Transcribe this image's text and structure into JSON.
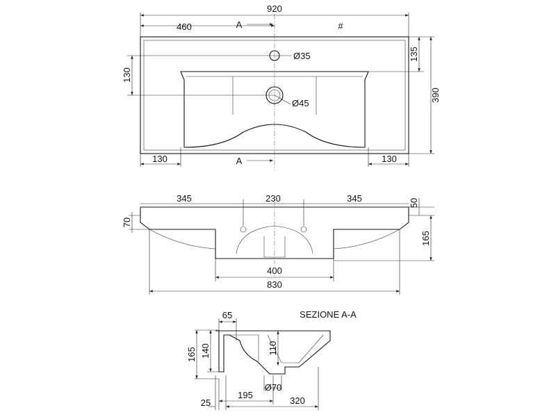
{
  "top_view": {
    "width_total": "920",
    "half_width": "460",
    "section_marker_top": "A",
    "section_marker_bottom": "A",
    "hash_mark": "#",
    "tap_hole": "Ø35",
    "drain_hole": "Ø45",
    "tap_offset": "135",
    "depth_total": "390",
    "drain_offset": "130",
    "left_margin": "130",
    "right_margin": "130"
  },
  "front_view": {
    "left_segment": "345",
    "middle_segment": "230",
    "right_segment": "345",
    "top_thickness": "50",
    "rim_height": "70",
    "total_height": "165",
    "cabinet_width": "400",
    "bowl_width": "830"
  },
  "section_view": {
    "title": "SEZIONE A-A",
    "rim_depth": "65",
    "total_height": "165",
    "inner_height": "140",
    "bowl_depth": "110",
    "waste_diameter": "Ø70",
    "drain_distance": "195",
    "back_offset": "25",
    "total_depth": "320"
  }
}
